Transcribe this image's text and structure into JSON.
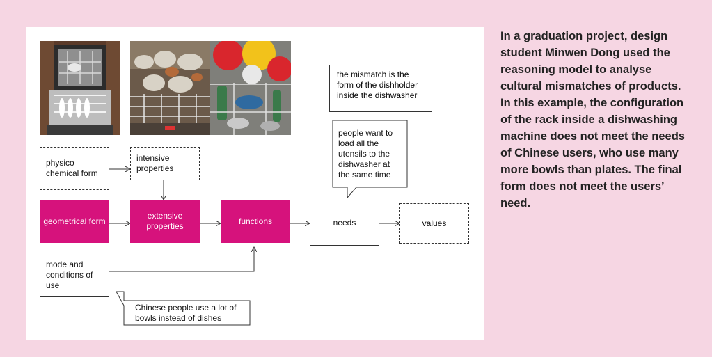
{
  "colors": {
    "background": "#f6d6e3",
    "panel": "#ffffff",
    "accent": "#d6127c"
  },
  "diagram": {
    "nodes": {
      "physico_chemical_form": "physico chemical form",
      "intensive_properties": "intensive properties",
      "geometrical_form": "geometrical form",
      "extensive_properties": "extensive properties",
      "functions": "functions",
      "needs": "needs",
      "values": "values",
      "mode_conditions_of_use": "mode and conditions of use"
    },
    "callouts": {
      "mismatch": "the mismatch is the form of the dishholder inside the dishwasher",
      "people_want": "people want to load all the utensils to the dishwasher at the same time",
      "chinese_people": "Chinese people use a lot of bowls instead of dishes"
    }
  },
  "caption": "In a graduation project, design student Minwen Dong used the reasoning model to analyse cultural mismatches of products. In this example, the configuration of the rack inside a dishwashing machine does not meet the needs of Chinese users, who use many more bowls than plates. The final form does not meet the users’ need."
}
